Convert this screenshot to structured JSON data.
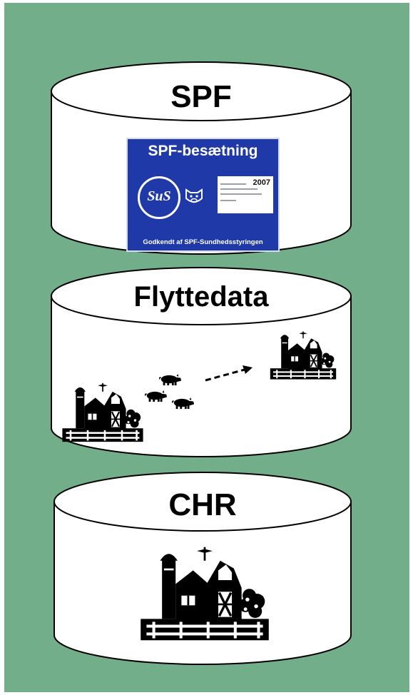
{
  "cylinders": [
    {
      "label": "SPF"
    },
    {
      "label": "Flyttedata"
    },
    {
      "label": "CHR"
    }
  ],
  "sign": {
    "title": "SPF-besætning",
    "logo_text": "SuS",
    "year": "2007",
    "footer": "Godkendt af SPF-Sundhedsstyringen"
  },
  "colors": {
    "background": "#73ae8a",
    "cylinder_fill": "#ffffff",
    "sign_blue": "#1f3aa8"
  },
  "icons": [
    "farm-icon",
    "pig-icon",
    "arrow-icon"
  ]
}
